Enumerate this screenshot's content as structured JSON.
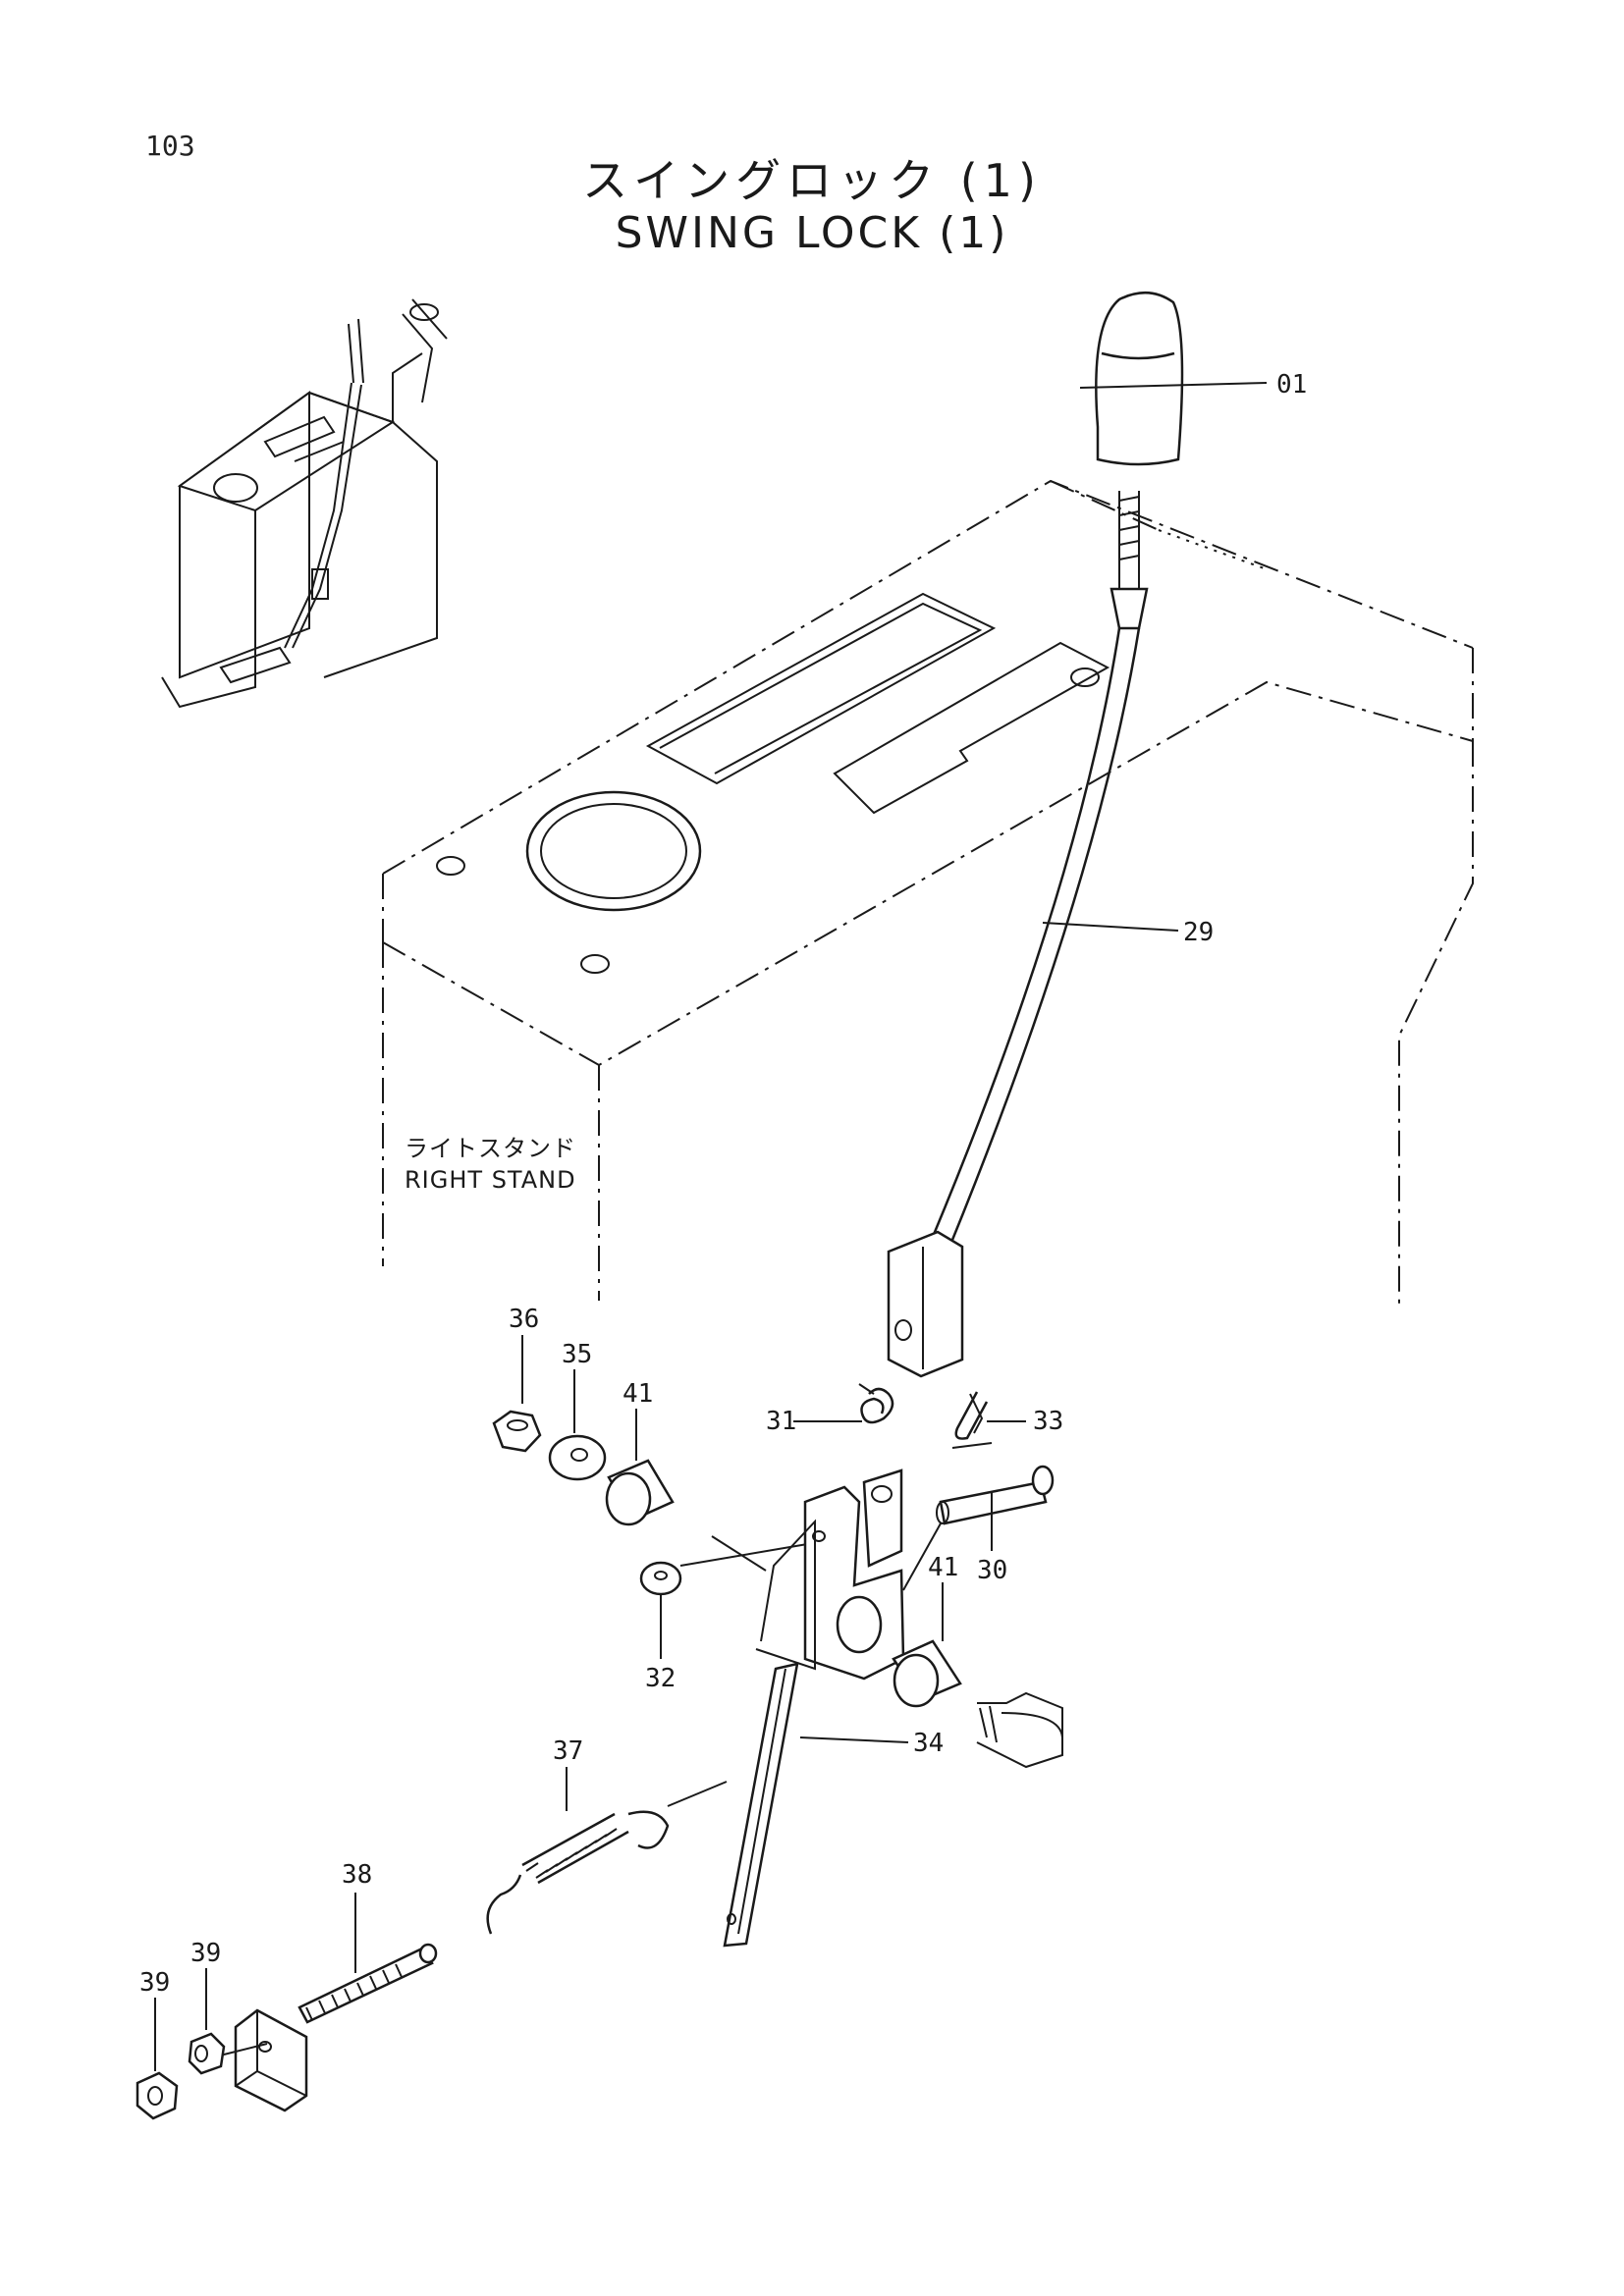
{
  "page_number": "103",
  "title_jp": "スイングロック (1)",
  "title_en": "SWING LOCK (1)",
  "stand_label_jp": "ライトスタンド",
  "stand_label_en": "RIGHT STAND",
  "callouts": {
    "p01": "01",
    "p29": "29",
    "p36": "36",
    "p35": "35",
    "p41a": "41",
    "p31": "31",
    "p33": "33",
    "p30": "30",
    "p41b": "41",
    "p32": "32",
    "p34": "34",
    "p37": "37",
    "p38": "38",
    "p39a": "39",
    "p39b": "39"
  }
}
